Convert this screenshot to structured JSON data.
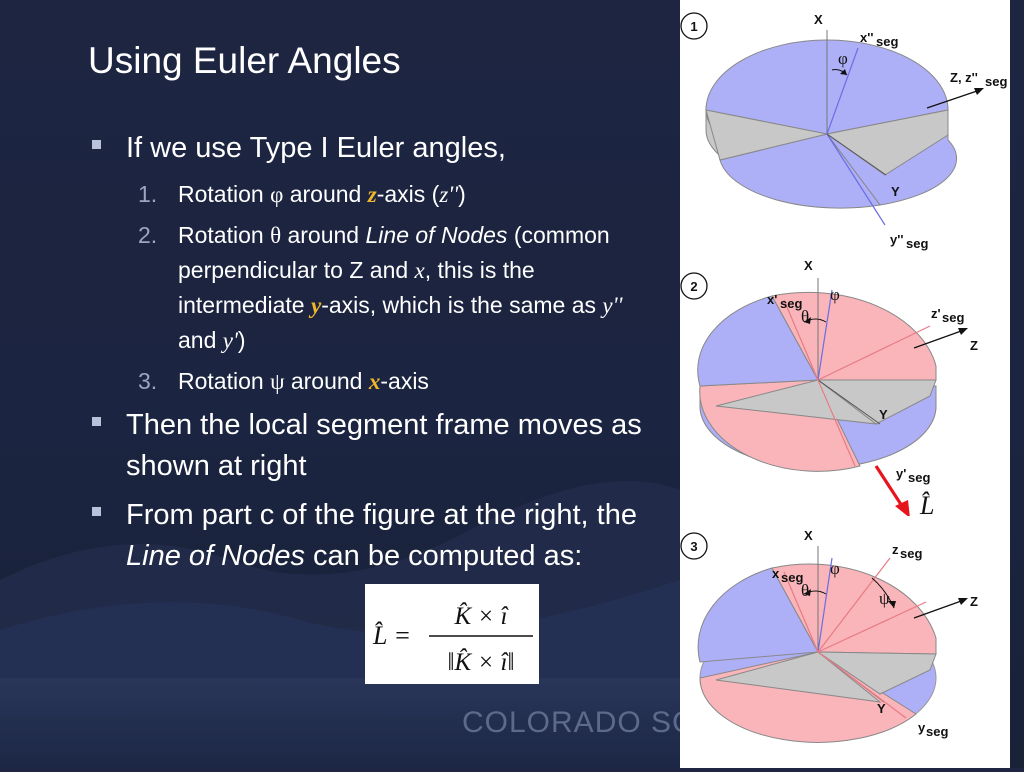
{
  "slide": {
    "title": "Using Euler Angles",
    "footer": "COLORADO SC"
  },
  "bullets": {
    "b1": "If we use Type I Euler angles,",
    "sub": {
      "s1_num": "1.",
      "s1_a": "Rotation ",
      "s1_sym": "φ",
      "s1_b": " around ",
      "s1_axis": "z",
      "s1_c": "-axis (",
      "s1_prime": "z''",
      "s1_d": ")",
      "s2_num": "2.",
      "s2_a": "Rotation ",
      "s2_sym": "θ",
      "s2_b": " around ",
      "s2_lon": "Line of Nodes",
      "s2_c": " (common perpendicular to Z and ",
      "s2_x": "x",
      "s2_d": ", this is the intermediate ",
      "s2_y": "y",
      "s2_e": "-axis, which is the same as ",
      "s2_ypp": "y''",
      "s2_f": " and ",
      "s2_yp": "y'",
      "s2_g": ")",
      "s3_num": "3.",
      "s3_a": "Rotation ",
      "s3_sym": "ψ",
      "s3_b": " around ",
      "s3_axis": "x",
      "s3_c": "-axis"
    },
    "b2": "Then the local segment frame moves as shown at right",
    "b3_a": "From part c of the figure at the right, the ",
    "b3_lon": "Line of Nodes",
    "b3_b": " can be computed as:"
  },
  "formula": {
    "lhs": "L̂ =",
    "numerator": "K̂ × î",
    "denominator": "‖K̂ × î‖"
  },
  "figure": {
    "d1": {
      "num": "1",
      "X": "X",
      "xseg": "x''",
      "xseg_sub": "seg",
      "phi": "φ",
      "Z": "Z, z''",
      "Z_sub": "seg",
      "Y": "Y",
      "yseg": "y''",
      "yseg_sub": "seg"
    },
    "d2": {
      "num": "2",
      "X": "X",
      "xseg": "x'",
      "xseg_sub": "seg",
      "phi": "φ",
      "theta": "θ",
      "zseg": "z'",
      "zseg_sub": "seg",
      "Z": "Z",
      "Y": "Y",
      "yseg": "y'",
      "yseg_sub": "seg",
      "L": "L̂"
    },
    "d3": {
      "num": "3",
      "X": "X",
      "xseg": "x",
      "xseg_sub": "seg",
      "phi": "φ",
      "theta": "θ",
      "psi": "ψ",
      "zseg": "z",
      "zseg_sub": "seg",
      "Z": "Z",
      "Y": "Y",
      "yseg": "y",
      "yseg_sub": "seg"
    },
    "colors": {
      "blue": "#aeb0f7",
      "pink": "#f9b5b9",
      "grey": "#c8c8c8",
      "arrow": "#e8141b"
    }
  }
}
